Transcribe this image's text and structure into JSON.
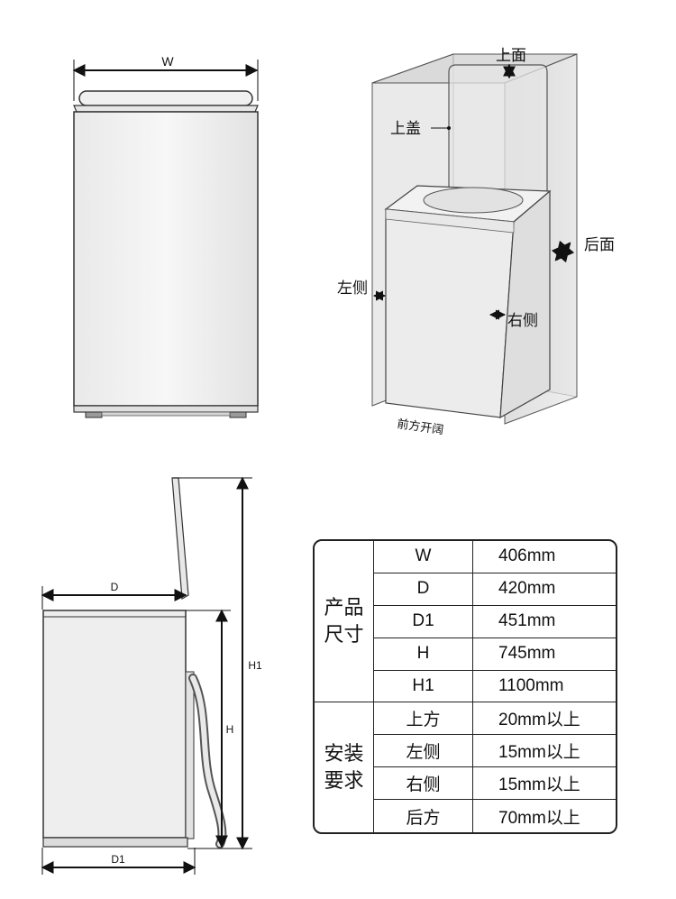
{
  "front_view": {
    "width_label": "W"
  },
  "clearance_view": {
    "top_label": "上面",
    "lid_label": "上盖",
    "back_label": "后面",
    "left_label": "左侧",
    "right_label": "右侧",
    "front_label": "前方开阔"
  },
  "side_view": {
    "depth_label": "D",
    "depth1_label": "D1",
    "height_label": "H",
    "height1_label": "H1"
  },
  "spec_table": {
    "product_group": "产品尺寸",
    "install_group": "安装要求",
    "product_rows": [
      {
        "key": "W",
        "value": "406mm"
      },
      {
        "key": "D",
        "value": "420mm"
      },
      {
        "key": "D1",
        "value": "451mm"
      },
      {
        "key": "H",
        "value": "745mm"
      },
      {
        "key": "H1",
        "value": "1100mm"
      }
    ],
    "install_rows": [
      {
        "key": "上方",
        "value": "20mm以上"
      },
      {
        "key": "左侧",
        "value": "15mm以上"
      },
      {
        "key": "右侧",
        "value": "15mm以上"
      },
      {
        "key": "后方",
        "value": "70mm以上"
      }
    ]
  }
}
